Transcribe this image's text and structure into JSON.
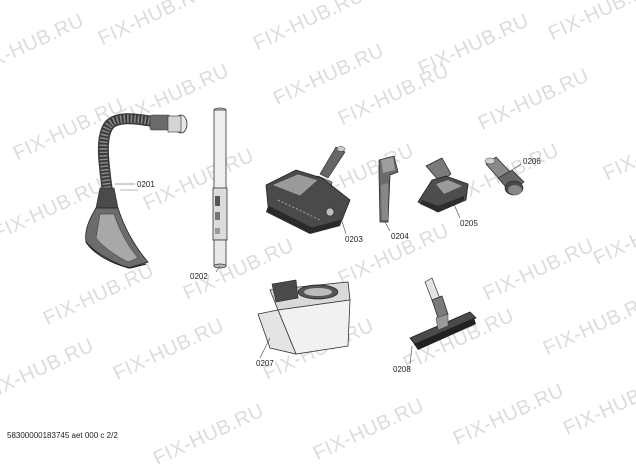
{
  "watermark": {
    "text": "FIX-HUB.RU"
  },
  "parts": [
    {
      "number": "0201",
      "icon": "hose-handle-icon"
    },
    {
      "number": "0202",
      "icon": "telescopic-tube-icon"
    },
    {
      "number": "0203",
      "icon": "floor-nozzle-icon"
    },
    {
      "number": "0204",
      "icon": "crevice-nozzle-icon"
    },
    {
      "number": "0205",
      "icon": "upholstery-nozzle-icon"
    },
    {
      "number": "0206",
      "icon": "dusting-brush-icon"
    },
    {
      "number": "0207",
      "icon": "dust-bag-icon"
    },
    {
      "number": "0208",
      "icon": "parquet-nozzle-icon"
    }
  ],
  "footer": {
    "text": "58300000183745 aet 000 c 2/2"
  }
}
